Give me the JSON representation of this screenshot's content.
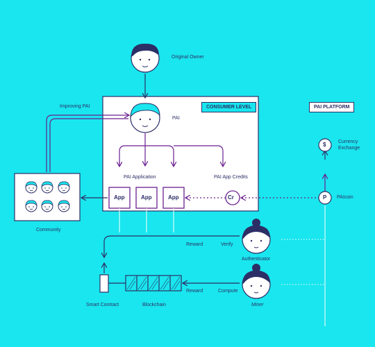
{
  "labels": {
    "original_owner": "Original Owner",
    "pai": "PAI",
    "improving_pai": "Improving PAI",
    "consumer_level": "CONSUMER LEVEL",
    "pai_platform": "PAI PLATFORM",
    "currency_exchange_1": "Currency",
    "currency_exchange_2": "Exchange",
    "pai_application": "PAI Application",
    "pai_app_credits": "PAI App Credits",
    "community": "Community",
    "app": "App",
    "credits_symbol": "Cr",
    "paicoin_symbol": "P",
    "paicoin": "PAIcoin",
    "dollar_symbol": "$",
    "reward_top": "Reward",
    "verify": "Verify",
    "authenticator": "Authenticator",
    "smart_contract": "Smart Contract",
    "blockchain": "Blockchain",
    "reward_bottom": "Reward",
    "compute": "Compute",
    "miner": "Miner"
  },
  "colors": {
    "background": "#19e6ee",
    "ink": "#2c2e66",
    "purple": "#6a1f8f",
    "face": "#ffffff"
  }
}
